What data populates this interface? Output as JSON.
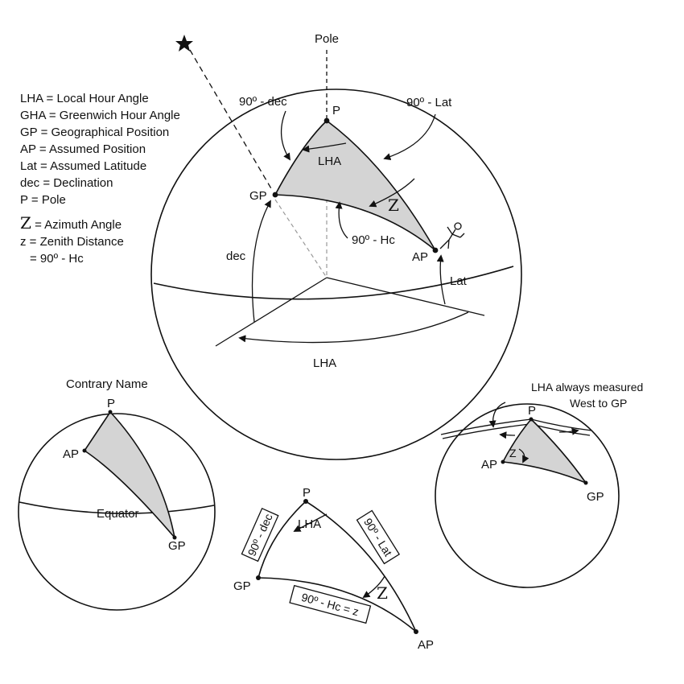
{
  "legend": {
    "lha": "LHA = Local Hour Angle",
    "gha": "GHA = Greenwich Hour Angle",
    "gp": "GP = Geographical Position",
    "ap": "AP = Assumed Position",
    "lat": "Lat = Assumed Latitude",
    "dec": "dec  = Declination",
    "p": "P = Pole",
    "z_big_symbol": "Z",
    "z_big_text": " = Azimuth Angle",
    "z_small": "z = Zenith Distance",
    "z_small_2": "= 90º - Hc"
  },
  "main": {
    "pole": "Pole",
    "p": "P",
    "gp": "GP",
    "ap": "AP",
    "lha_top": "LHA",
    "lha_bottom": "LHA",
    "z": "Z",
    "dec": "dec",
    "lat": "Lat",
    "ninety_dec": "90º - dec",
    "ninety_lat": "90º -  Lat",
    "ninety_hc": "90º - Hc"
  },
  "left_globe": {
    "title": "Contrary Name",
    "p": "P",
    "ap": "AP",
    "equator": "Equator",
    "gp": "GP"
  },
  "right_globe": {
    "note_line1": "LHA always measured",
    "note_line2": "West to GP",
    "p": "P",
    "z": "Z",
    "ap": "AP",
    "gp": "GP"
  },
  "triangle": {
    "p": "P",
    "gp": "GP",
    "ap": "AP",
    "lha": "LHA",
    "z": "Z",
    "box_dec": "90º - dec",
    "box_lat": "90º - Lat",
    "box_hc": "90º - Hc = z"
  }
}
